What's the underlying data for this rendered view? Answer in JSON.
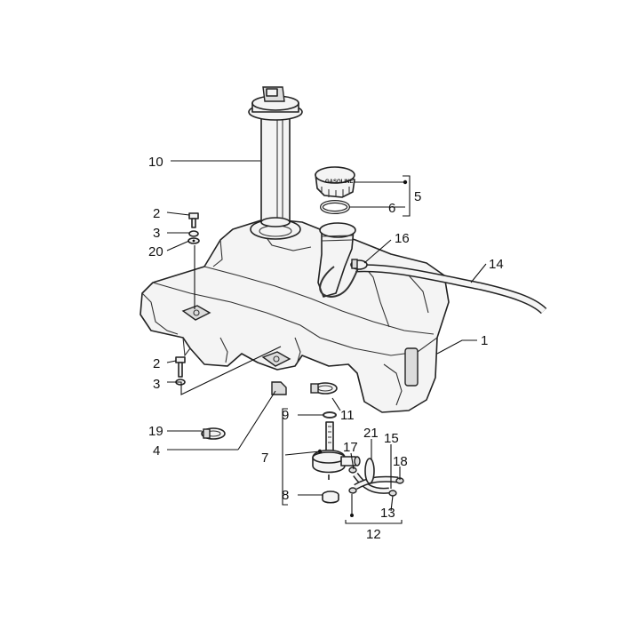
{
  "cap_text": "GASOLINE",
  "callouts": [
    {
      "id": "c1",
      "text": "1"
    },
    {
      "id": "c2a",
      "text": "2"
    },
    {
      "id": "c2b",
      "text": "2"
    },
    {
      "id": "c3a",
      "text": "3"
    },
    {
      "id": "c3b",
      "text": "3"
    },
    {
      "id": "c4",
      "text": "4"
    },
    {
      "id": "c5",
      "text": "5"
    },
    {
      "id": "c6",
      "text": "6"
    },
    {
      "id": "c7",
      "text": "7"
    },
    {
      "id": "c8",
      "text": "8"
    },
    {
      "id": "c9",
      "text": "9"
    },
    {
      "id": "c10",
      "text": "10"
    },
    {
      "id": "c11",
      "text": "11"
    },
    {
      "id": "c12",
      "text": "12"
    },
    {
      "id": "c13",
      "text": "13"
    },
    {
      "id": "c14",
      "text": "14"
    },
    {
      "id": "c15",
      "text": "15"
    },
    {
      "id": "c16",
      "text": "16"
    },
    {
      "id": "c17",
      "text": "17"
    },
    {
      "id": "c18",
      "text": "18"
    },
    {
      "id": "c19",
      "text": "19"
    },
    {
      "id": "c20",
      "text": "20"
    },
    {
      "id": "c21",
      "text": "21"
    }
  ]
}
